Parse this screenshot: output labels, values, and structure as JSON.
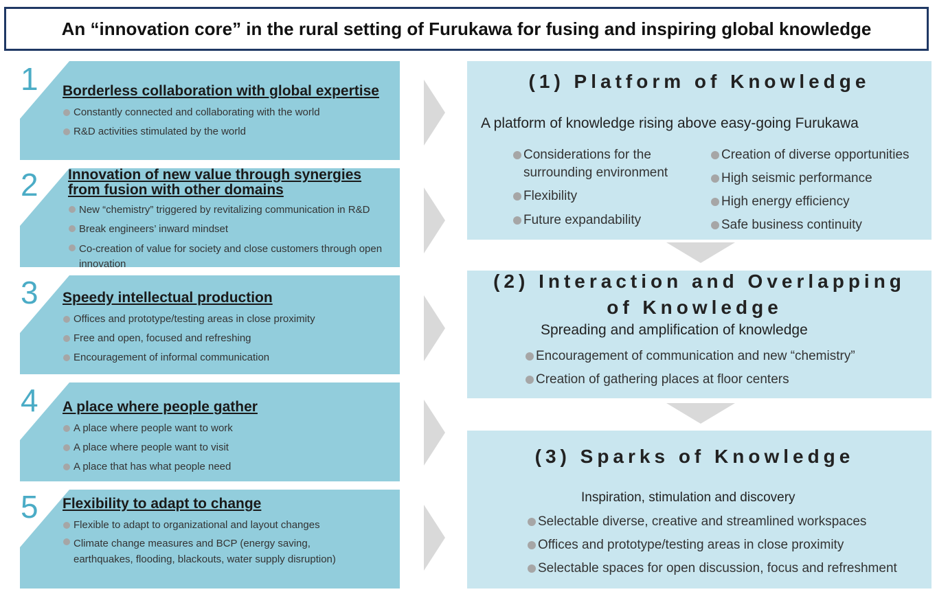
{
  "title": "An “innovation core” in the rural setting of Furukawa for fusing and inspiring global knowledge",
  "items": [
    {
      "num": "1",
      "heading": "Borderless collaboration with global expertise",
      "bullets": [
        "Constantly connected and collaborating with the world",
        "R&D activities stimulated by the world"
      ]
    },
    {
      "num": "2",
      "heading": "Innovation of new value through synergies from fusion with other domains",
      "bullets": [
        "New “chemistry” triggered by revitalizing communication in R&D",
        "Break engineers’ inward mindset",
        "Co-creation of value for society and close customers through open innovation"
      ]
    },
    {
      "num": "3",
      "heading": "Speedy intellectual production",
      "bullets": [
        "Offices and prototype/testing areas in close proximity",
        "Free and open, focused and refreshing",
        "Encouragement of informal communication"
      ]
    },
    {
      "num": "4",
      "heading": "A place where people gather",
      "bullets": [
        "A place where people want to work",
        "A place where people want to visit",
        "A place that has what people need"
      ]
    },
    {
      "num": "5",
      "heading": "Flexibility to adapt to change",
      "bullets": [
        "Flexible to adapt to organizational and layout changes",
        "Climate change measures and BCP (energy saving, earthquakes, flooding, blackouts, water supply disruption)"
      ]
    }
  ],
  "panels": [
    {
      "title": "(1) Platform of Knowledge",
      "subtitle": "A platform of knowledge rising above easy-going Furukawa",
      "bullets_left": [
        "Considerations for the surrounding environment",
        "Flexibility",
        "Future expandability"
      ],
      "bullets_right": [
        "Creation of diverse opportunities",
        "High seismic performance",
        "High energy efficiency",
        "Safe business continuity"
      ]
    },
    {
      "title_line1": "(2) Interaction and Overlapping",
      "title_line2": "of Knowledge",
      "subtitle": "Spreading and amplification of knowledge",
      "bullets": [
        "Encouragement of communication and new “chemistry”",
        "Creation of gathering places at floor centers"
      ]
    },
    {
      "title": "(3) Sparks of Knowledge",
      "subtitle": "Inspiration, stimulation and discovery",
      "bullets": [
        "Selectable diverse, creative and streamlined workspaces",
        "Offices and prototype/testing areas in close proximity",
        "Selectable spaces for open discussion, focus and refreshment"
      ]
    }
  ]
}
